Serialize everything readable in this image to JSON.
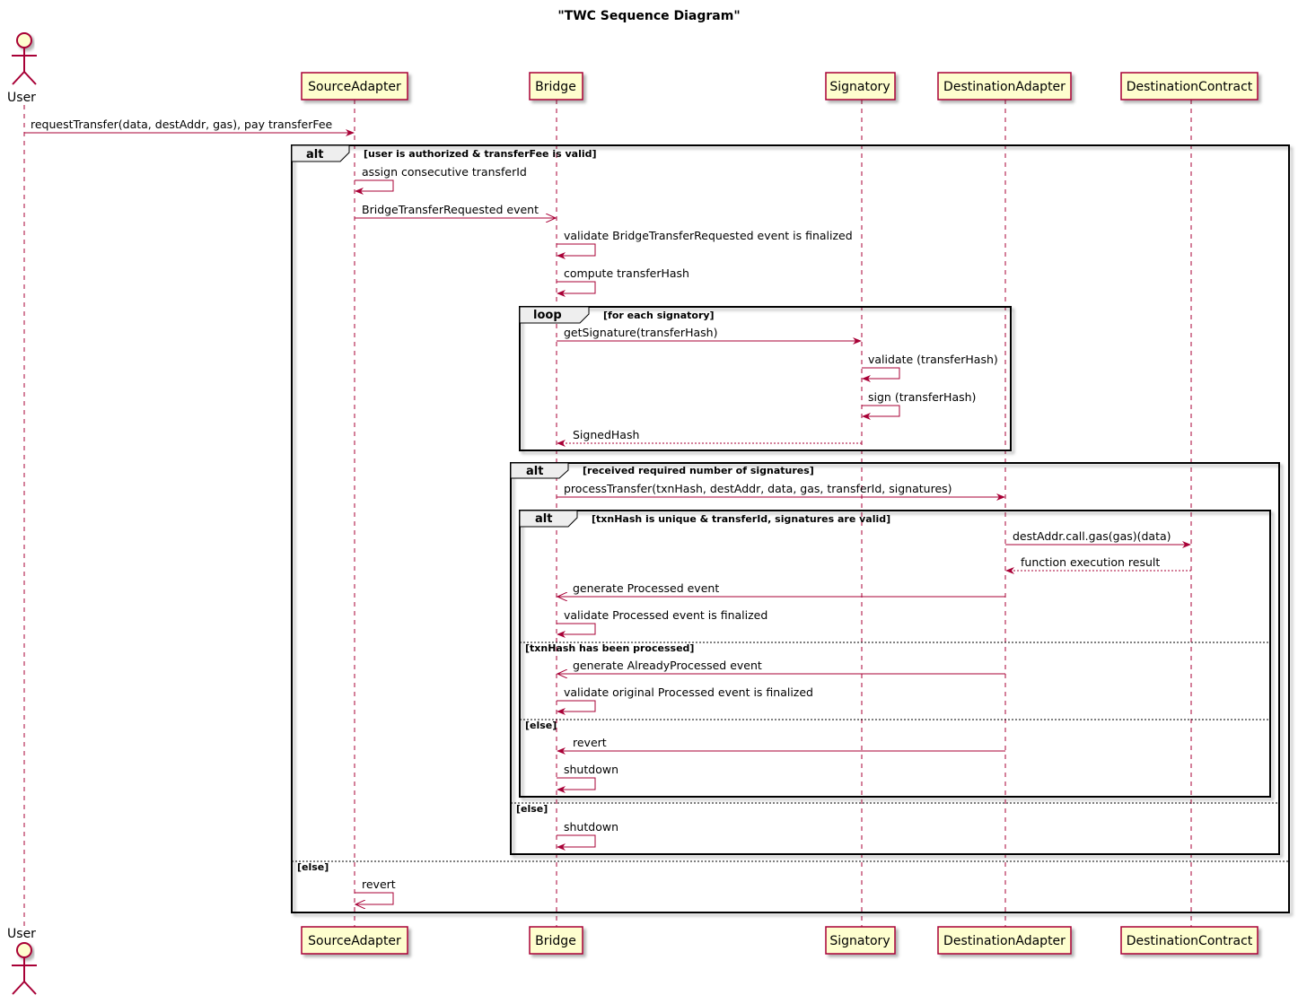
{
  "title": "\"TWC Sequence Diagram\"",
  "colors": {
    "arrow": "#A80036",
    "participant_fill": "#FEFECE",
    "participant_border": "#A80036",
    "lifeline": "#A80036",
    "frame": "#000000",
    "frame_tab": "#EEEEEE"
  },
  "participants": {
    "user": "User",
    "source_adapter": "SourceAdapter",
    "bridge": "Bridge",
    "signatory": "Signatory",
    "destination_adapter": "DestinationAdapter",
    "destination_contract": "DestinationContract"
  },
  "messages": {
    "m01": "requestTransfer(data, destAddr, gas), pay transferFee",
    "m02": "assign consecutive transferId",
    "m03": "BridgeTransferRequested event",
    "m04": "validate BridgeTransferRequested event is finalized",
    "m05": "compute transferHash",
    "m06": "getSignature(transferHash)",
    "m07": "validate (transferHash)",
    "m08": "sign (transferHash)",
    "m09": "SignedHash",
    "m10": "processTransfer(txnHash, destAddr, data, gas, transferId, signatures)",
    "m11": "destAddr.call.gas(gas)(data)",
    "m12": "function execution result",
    "m13": "generate Processed event",
    "m14": "validate Processed event is finalized",
    "m15": "generate AlreadyProcessed event",
    "m16": "validate original Processed event is finalized",
    "m17": "revert",
    "m18": "shutdown",
    "m19": "shutdown",
    "m20": "revert"
  },
  "fragments": {
    "alt1": {
      "keyword": "alt",
      "guard": "[user is authorized & transferFee is valid]",
      "else": "[else]"
    },
    "loop1": {
      "keyword": "loop",
      "guard": "[for each signatory]"
    },
    "alt2": {
      "keyword": "alt",
      "guard": "[received required number of signatures]",
      "else": "[else]"
    },
    "alt3": {
      "keyword": "alt",
      "guard": "[txnHash is unique & transferId, signatures are valid]",
      "else1": "[txnHash has been processed]",
      "else2": "[else]"
    }
  }
}
